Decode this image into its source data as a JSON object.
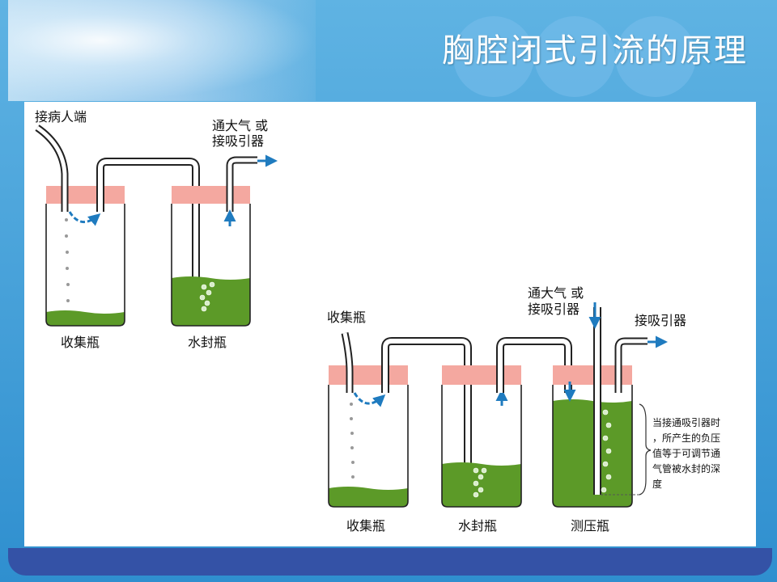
{
  "slide": {
    "title": "胸腔闭式引流的原理"
  },
  "diagram_top": {
    "patient_label": "接病人端",
    "vent_label_line1": "通大气 或",
    "vent_label_line2": "接吸引器",
    "bottle1": "收集瓶",
    "bottle2": "水封瓶"
  },
  "diagram_bottom": {
    "inlet_label": "收集瓶",
    "vent_label_line1": "通大气 或",
    "vent_label_line2": "接吸引器",
    "suction_label": "接吸引器",
    "bottle1": "收集瓶",
    "bottle2": "水封瓶",
    "bottle3": "测压瓶",
    "note_lines": [
      "当接通吸引器时",
      "，所产生的负压",
      "值等于可调节通",
      "气管被水封的深",
      "度"
    ]
  },
  "colors": {
    "liquid": "#5c9a28",
    "liquid_light": "#7cb84a",
    "stopper": "#f4a8a0",
    "arrow": "#1f7bbf",
    "header_blue": "#3a93d1",
    "footer_blue": "#3452a6"
  }
}
